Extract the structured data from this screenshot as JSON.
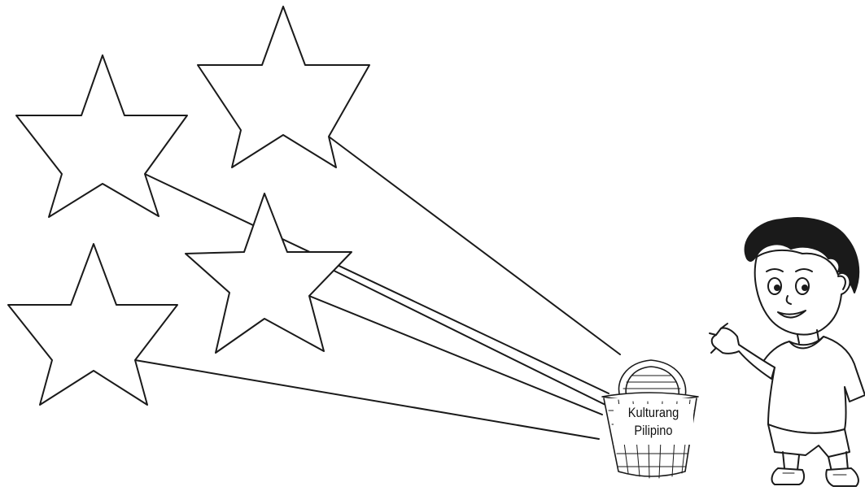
{
  "basket": {
    "label_line1": "Kulturang",
    "label_line2": "Pilipino"
  },
  "colors": {
    "ink": "#1a1a1a",
    "background": "#ffffff"
  },
  "elements": {
    "star_count": 4,
    "connector_count": 5,
    "figure": "waving-boy"
  }
}
